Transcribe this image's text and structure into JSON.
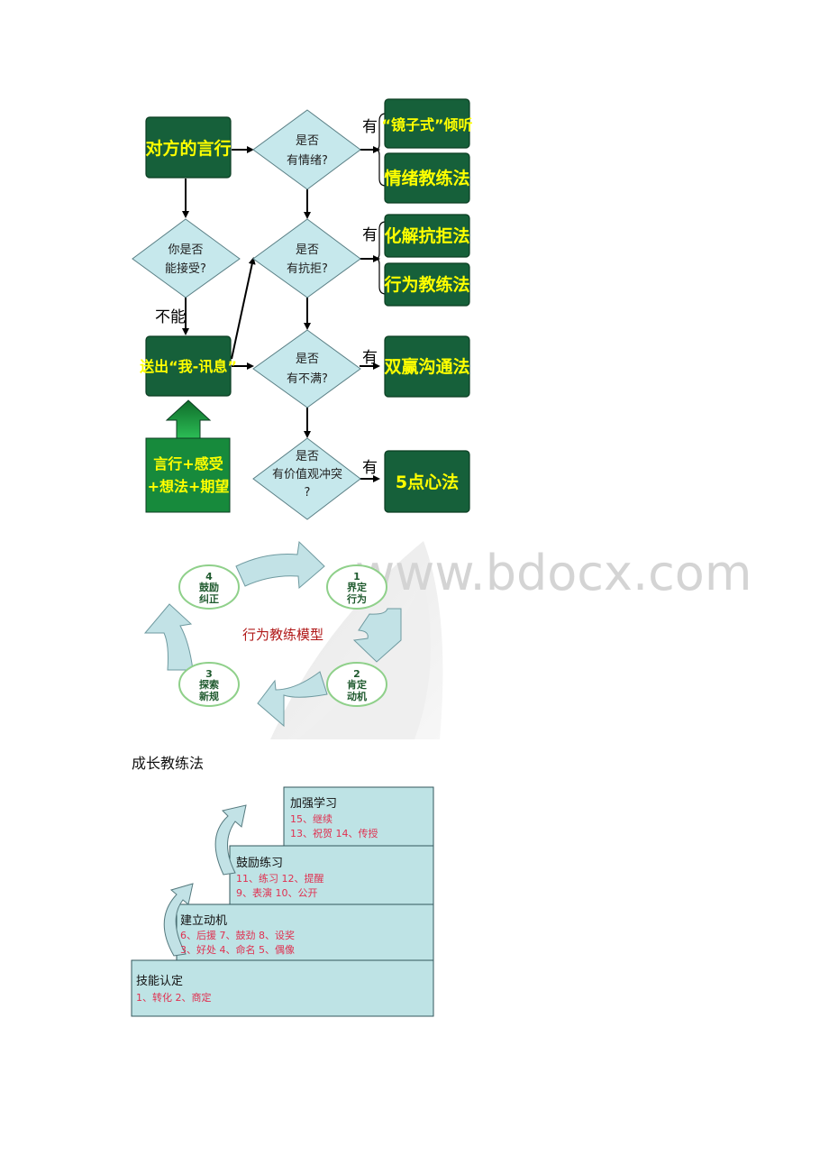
{
  "flowchart": {
    "start_box": "对方的言行",
    "accept_question": [
      "你是否",
      "能接受?"
    ],
    "cannot_label": "不能",
    "send_box": "送出“我-讯息”",
    "basis_box": [
      "言行+感受",
      "+想法+期望"
    ],
    "questions": [
      [
        "是否",
        "有情绪?"
      ],
      [
        "是否",
        "有抗拒?"
      ],
      [
        "是否",
        "有不满?"
      ],
      [
        "是否",
        "有价值观冲突",
        "?"
      ]
    ],
    "yes_label": "有",
    "outcomes": [
      "“镜子式”倾听",
      "情绪教练法",
      "化解抗拒法",
      "行为教练法",
      "双赢沟通法",
      "5点心法"
    ]
  },
  "coaching_model": {
    "title": "行为教练模型",
    "steps": [
      {
        "number": "1",
        "lines": [
          "界定",
          "行为"
        ]
      },
      {
        "number": "2",
        "lines": [
          "肯定",
          "动机"
        ]
      },
      {
        "number": "3",
        "lines": [
          "探索",
          "新规"
        ]
      },
      {
        "number": "4",
        "lines": [
          "鼓励",
          "纠正"
        ]
      }
    ],
    "watermark": "www.bdocx.com"
  },
  "growth": {
    "heading": "成长教练法",
    "levels": [
      {
        "title": "加强学习",
        "items": [
          "15、继续",
          "13、祝贺  14、传授"
        ]
      },
      {
        "title": "鼓励练习",
        "items": [
          "11、练习  12、提醒",
          "9、表演  10、公开"
        ]
      },
      {
        "title": "建立动机",
        "items": [
          "6、后援  7、鼓劲  8、设奖",
          "3、好处  4、命名  5、偶像"
        ]
      },
      {
        "title": "技能认定",
        "items": [
          "1、转化  2、商定"
        ]
      }
    ]
  }
}
